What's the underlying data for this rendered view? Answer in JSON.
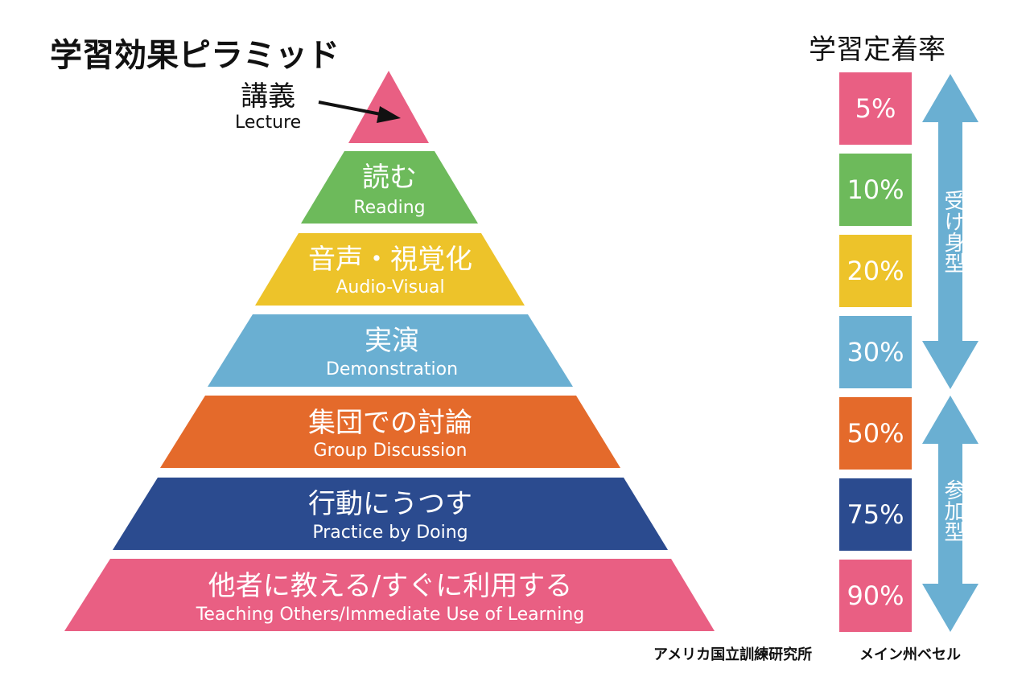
{
  "title": "学習効果ピラミッド",
  "rate_title": "学習定着率",
  "top": {
    "jp": "講義",
    "en": "Lecture",
    "rate": "5%",
    "color": "#e95f83"
  },
  "layers": [
    {
      "jp": "読む",
      "en": "Reading",
      "rate": "10%",
      "color": "#6dba5b"
    },
    {
      "jp": "音声・視覚化",
      "en": "Audio-Visual",
      "rate": "20%",
      "color": "#edc32a"
    },
    {
      "jp": "実演",
      "en": "Demonstration",
      "rate": "30%",
      "color": "#6aafd2"
    },
    {
      "jp": "集団での討論",
      "en": "Group Discussion",
      "rate": "50%",
      "color": "#e46a2b"
    },
    {
      "jp": "行動にうつす",
      "en": "Practice by Doing",
      "rate": "75%",
      "color": "#2b4b8f"
    },
    {
      "jp": "他者に教える/すぐに利用する",
      "en": "Teaching Others/Immediate Use of Learning",
      "rate": "90%",
      "color": "#e95f83"
    }
  ],
  "passive_label": "受け身型",
  "active_label": "参加型",
  "arrow_color": "#6aafd2",
  "source_left": "アメリカ国立訓練研究所",
  "source_right": "メイン州ベセル"
}
